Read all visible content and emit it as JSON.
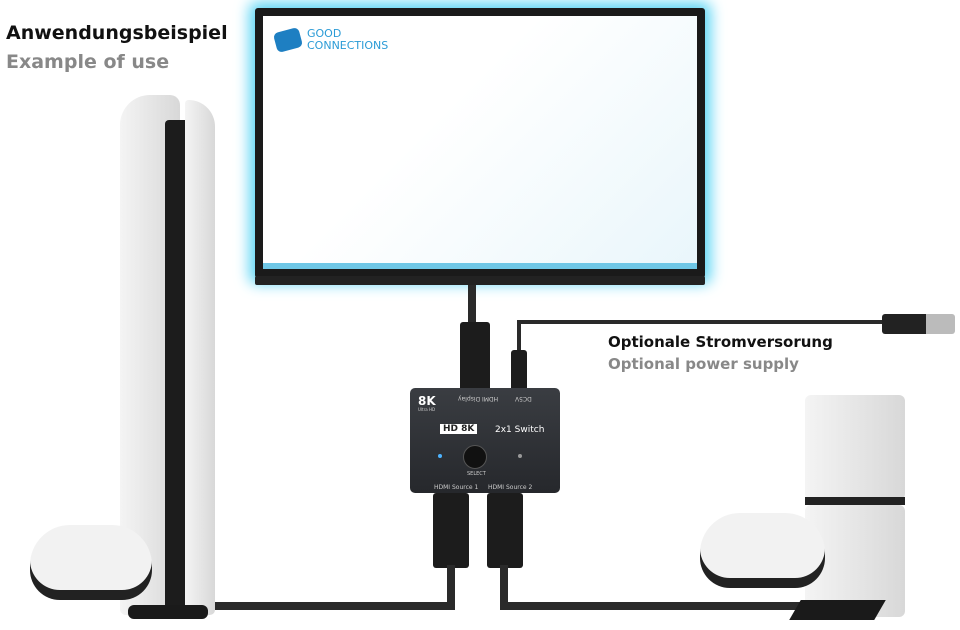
{
  "heading": {
    "de": "Anwendungsbeispiel",
    "en": "Example of use"
  },
  "power": {
    "de": "Optionale Stromversorung",
    "en": "Optional power supply"
  },
  "tv": {
    "logo_line1": "Good",
    "logo_line2": "Connections"
  },
  "switch": {
    "badge": "8K",
    "badge_sub": "Ultra HD",
    "port_out": "HDMI Display",
    "port_dc": "DC5V",
    "logo": "HD 8K",
    "model": "2x1 Switch",
    "button": "SELECT",
    "source1": "HDMI Source 1",
    "source2": "HDMI Source 2"
  },
  "colors": {
    "glow": "#5fd6f5",
    "accent": "#2a9bd6"
  }
}
